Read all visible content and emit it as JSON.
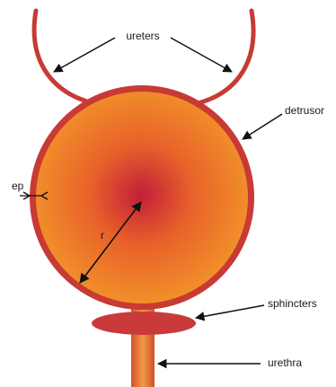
{
  "labels": {
    "ureters": "ureters",
    "detrusor": "detrusor",
    "ep": "ep",
    "radius": "r",
    "sphincters": "sphincters",
    "urethra": "urethra"
  },
  "colors": {
    "wall": "#c83a34",
    "bladder_center": "#c21f3a",
    "bladder_mid": "#e8612a",
    "bladder_edge": "#f2922a",
    "sphincter": "#c93a3a",
    "urethra_fill": "#ee8a3a",
    "arrow": "#111111"
  }
}
